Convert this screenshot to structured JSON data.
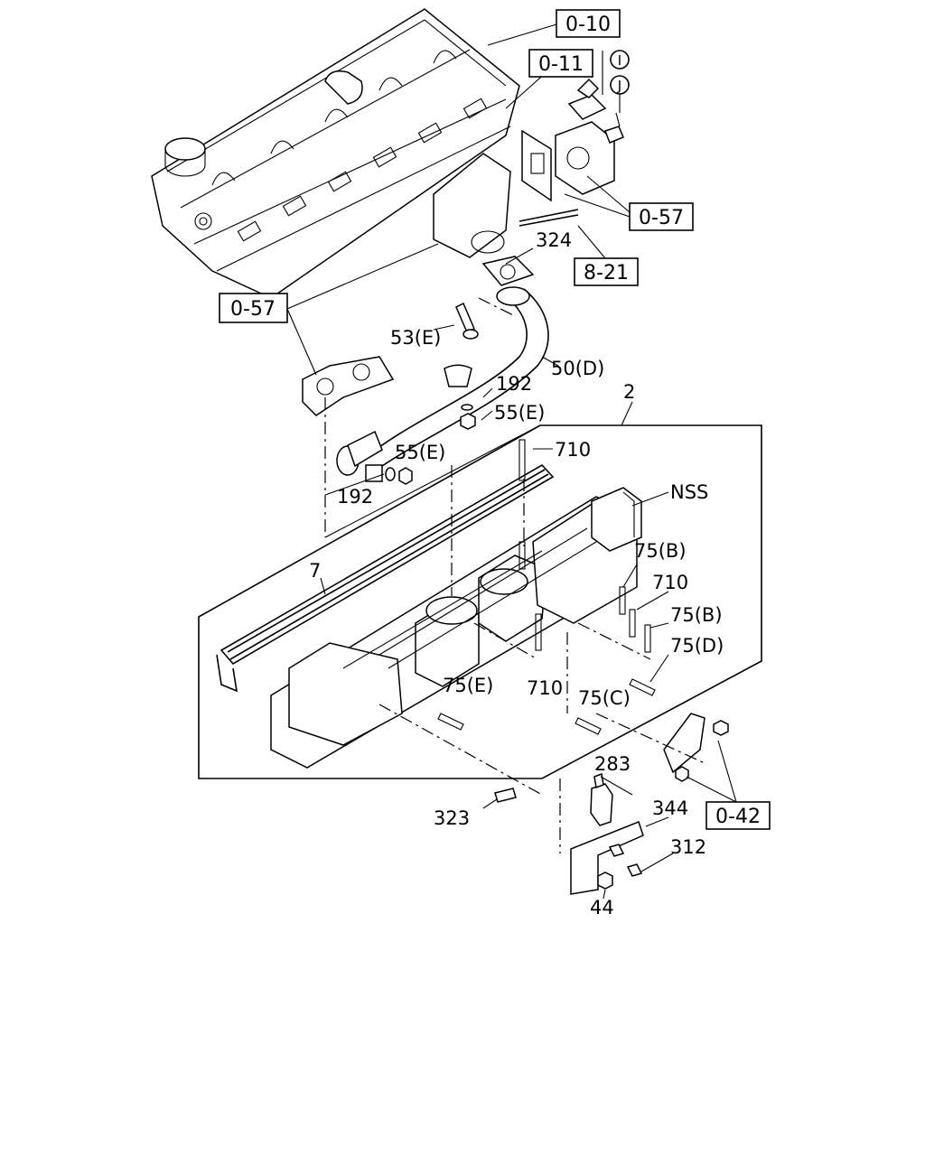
{
  "boxed_refs": {
    "ref_0_10": "0-10",
    "ref_0_11": "0-11",
    "ref_0_57_top": "0-57",
    "ref_8_21": "8-21",
    "ref_0_57_left": "0-57",
    "ref_0_42": "0-42"
  },
  "circle_refs": {
    "ref_i": "I",
    "ref_j": "J"
  },
  "callouts": {
    "c324": "324",
    "c53e": "53(E)",
    "c50d": "50(D)",
    "c192_top": "192",
    "c55e_top": "55(E)",
    "c2": "2",
    "c55e_left": "55(E)",
    "c710_top": "710",
    "c192_left": "192",
    "cnss": "NSS",
    "c75b_top": "75(B)",
    "c710_mid": "710",
    "c7": "7",
    "c75b_low": "75(B)",
    "c75d": "75(D)",
    "c75e": "75(E)",
    "c710_low": "710",
    "c75c": "75(C)",
    "c283": "283",
    "c344": "344",
    "c312": "312",
    "c323": "323",
    "c44": "44"
  }
}
